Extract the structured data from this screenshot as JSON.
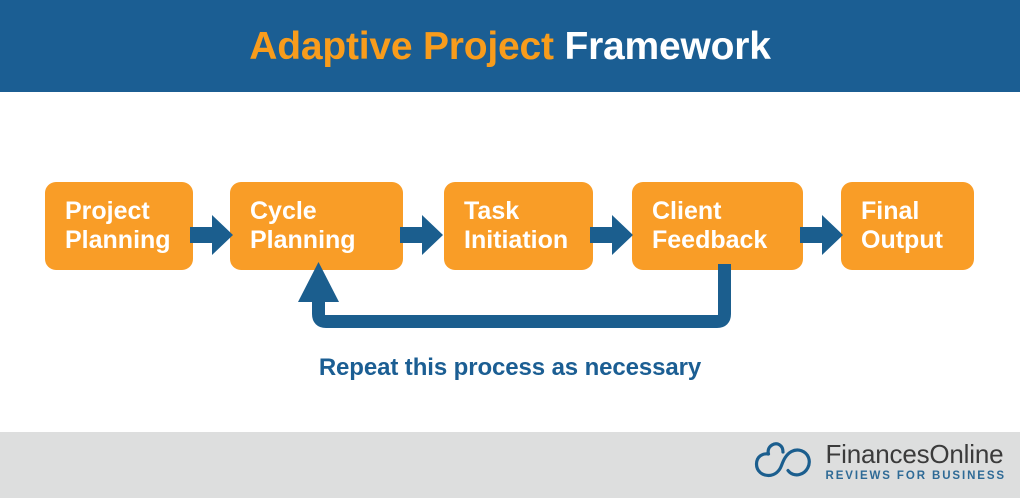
{
  "header": {
    "title_accent": "Adaptive Project",
    "title_plain": "Framework",
    "background_color": "#1b5e93",
    "accent_color": "#f89c1c"
  },
  "diagram": {
    "type": "process-flow",
    "node_color": "#f99d27",
    "connector_color": "#1b5e8e",
    "nodes": [
      {
        "id": "project-planning",
        "line1": "Project",
        "line2": "Planning"
      },
      {
        "id": "cycle-planning",
        "line1": "Cycle",
        "line2": "Planning"
      },
      {
        "id": "task-initiation",
        "line1": "Task",
        "line2": "Initiation"
      },
      {
        "id": "client-feedback",
        "line1": "Client",
        "line2": "Feedback"
      },
      {
        "id": "final-output",
        "line1": "Final",
        "line2": "Output"
      }
    ],
    "arrows": [
      {
        "from": "project-planning",
        "to": "cycle-planning"
      },
      {
        "from": "cycle-planning",
        "to": "task-initiation"
      },
      {
        "from": "task-initiation",
        "to": "client-feedback"
      },
      {
        "from": "client-feedback",
        "to": "final-output"
      }
    ],
    "feedback_loop": {
      "from": "client-feedback",
      "to": "cycle-planning",
      "caption": "Repeat this process as necessary"
    }
  },
  "footer": {
    "background_color": "#dddede",
    "logo_name": "FinancesOnline",
    "logo_tagline": "REVIEWS FOR BUSINESS",
    "logo_icon": "cloud-infinity-icon"
  }
}
